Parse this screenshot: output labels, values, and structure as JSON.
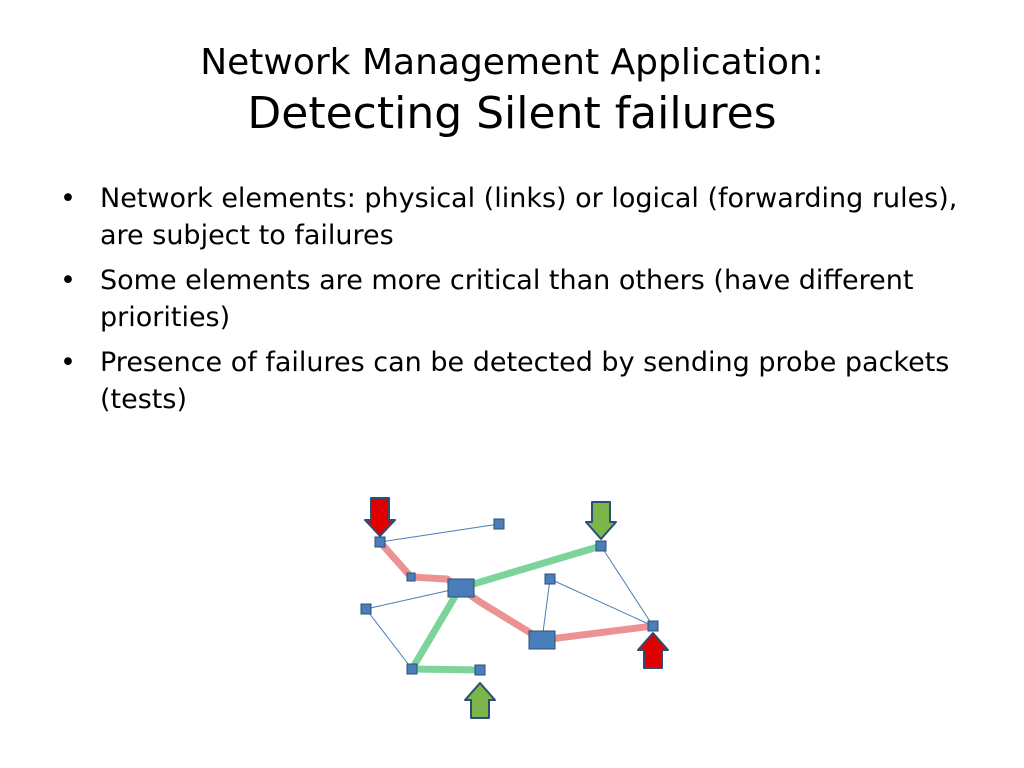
{
  "title": {
    "line1": "Network Management Application:",
    "line2": "Detecting Silent failures"
  },
  "bullets": [
    "Network elements:  physical (links) or logical (forwarding rules), are subject to failures",
    "Some elements are more critical than others (have different priorities)",
    "Presence of failures can be detected by sending probe packets (tests)"
  ],
  "diagram": {
    "colors": {
      "node_fill": "#4a7ebb",
      "node_stroke": "#2c4d75",
      "link": "#4a7ebb",
      "failed_path": "#e88080",
      "probe_path": "#66cc88",
      "failure_arrow": "#e00000",
      "probe_arrow": "#7ab648"
    },
    "icons": {
      "failure_marker": "red-down-arrow-icon",
      "probe_marker": "green-down-arrow-icon"
    }
  }
}
